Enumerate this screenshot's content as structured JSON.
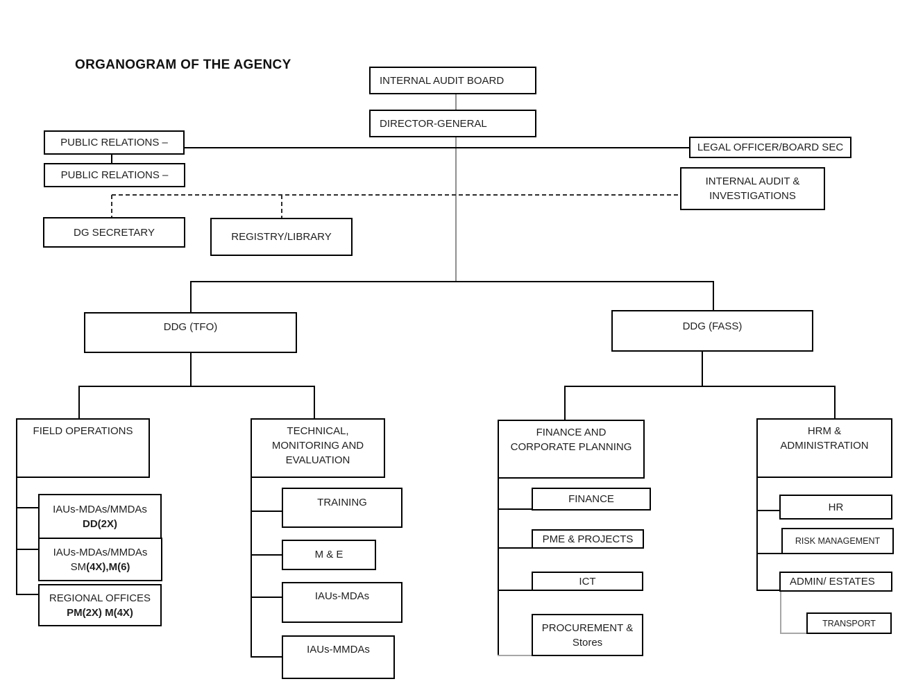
{
  "title": "ORGANOGRAM OF THE AGENCY",
  "colors": {
    "box_border": "#000000",
    "connector": "#000000",
    "center_line_grey": "#8f8f8f",
    "transport_connector_grey": "#a6a6a6",
    "text": "#1f1f1f",
    "background": "#ffffff"
  },
  "nodes": {
    "internal_audit_board": "INTERNAL AUDIT BOARD",
    "director_general": "DIRECTOR-GENERAL",
    "public_relations_1": "PUBLIC RELATIONS –",
    "public_relations_2": "PUBLIC RELATIONS –",
    "dg_secretary": "DG SECRETARY",
    "registry_library": "REGISTRY/LIBRARY",
    "legal_officer": "LEGAL OFFICER/BOARD SEC",
    "internal_audit_investigations": {
      "line1": "INTERNAL AUDIT &",
      "line2": "INVESTIGATIONS"
    },
    "ddg_tfo": "DDG (TFO)",
    "ddg_fass": "DDG (FASS)",
    "field_operations": "FIELD OPERATIONS",
    "technical_monitoring_evaluation": {
      "line1": "TECHNICAL,",
      "line2": "MONITORING AND",
      "line3": "EVALUATION"
    },
    "finance_corporate_planning": {
      "line1": "FINANCE AND",
      "line2": "CORPORATE PLANNING"
    },
    "hrm_administration": {
      "line1": "HRM &",
      "line2": "ADMINISTRATION"
    },
    "iaus_dd": {
      "line1": "IAUs-MDAs/MMDAs",
      "line2_bold": "DD(2X)"
    },
    "iaus_sm": {
      "line1": "IAUs-MDAs/MMDAs",
      "line2_normal": "SM",
      "line2_bold": "(4X),M(6)"
    },
    "regional_offices": {
      "line1": "REGIONAL OFFICES",
      "line2_bold": "PM(2X) M(4X)"
    },
    "training": "TRAINING",
    "m_and_e": "M & E",
    "iaus_mdas": "IAUs-MDAs",
    "iaus_mmdas": "IAUs-MMDAs",
    "finance": "FINANCE",
    "pme_projects": "PME & PROJECTS",
    "ict": "ICT",
    "procurement_stores": {
      "line1": "PROCUREMENT &",
      "line2": "Stores"
    },
    "hr": "HR",
    "risk_management": "RISK MANAGEMENT",
    "admin_estates": "ADMIN/ ESTATES",
    "transport": "TRANSPORT"
  }
}
